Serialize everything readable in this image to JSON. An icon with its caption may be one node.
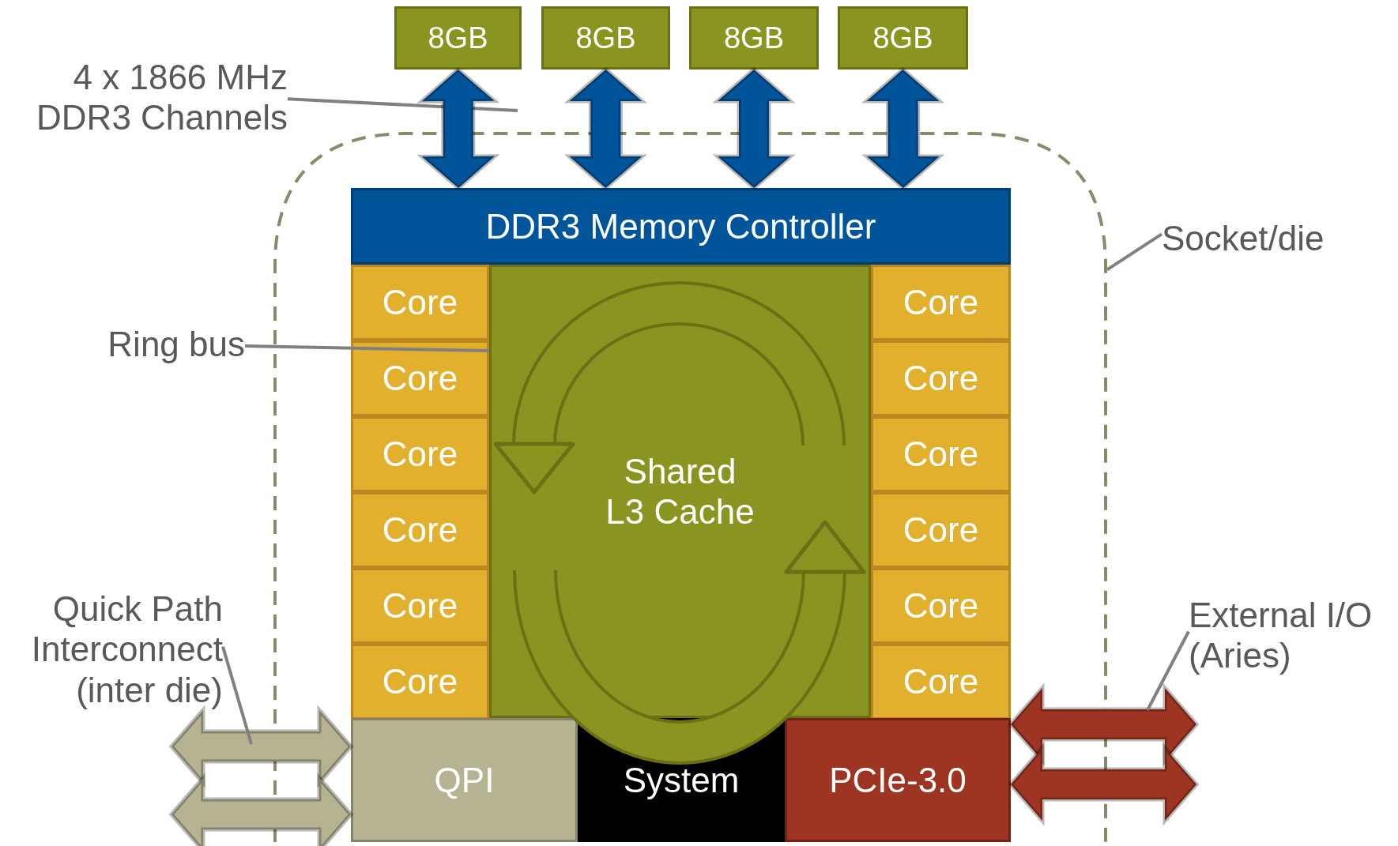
{
  "diagram": {
    "nodes": [
      {
        "text": [
          "4 x 1866 MHz DDR3 Channels"
        ]
      },
      {
        "text": [
          "8GB"
        ]
      },
      {
        "text": [
          "8GB"
        ]
      },
      {
        "text": [
          "8GB"
        ]
      },
      {
        "text": [
          "8GB"
        ]
      },
      {
        "text": [
          "Socket/die"
        ]
      },
      {
        "text": [],
        "shape": "box"
      },
      {
        "text": [
          "DDR3 Memory Controller"
        ],
        "in": 6
      },
      {
        "text": [
          "Core"
        ],
        "in": 6
      },
      {
        "text": [
          "Core"
        ],
        "in": 6
      },
      {
        "text": [
          "Core"
        ],
        "in": 6
      },
      {
        "text": [
          "Core"
        ],
        "in": 6
      },
      {
        "text": [
          "Core"
        ],
        "in": 6
      },
      {
        "text": [
          "Core"
        ],
        "in": 6
      },
      {
        "text": [
          "Shared L3 Cache"
        ],
        "in": 6
      },
      {
        "text": [
          "Core"
        ],
        "in": 6
      },
      {
        "text": [
          "Core"
        ],
        "in": 6
      },
      {
        "text": [
          "Core"
        ],
        "in": 6
      },
      {
        "text": [
          "Core"
        ],
        "in": 6
      },
      {
        "text": [
          "Core"
        ],
        "in": 6
      },
      {
        "text": [
          "Core"
        ],
        "in": 6
      },
      {
        "text": [
          "Ring bus"
        ]
      },
      {
        "text": [
          "QPI"
        ],
        "in": 6
      },
      {
        "text": [
          "System"
        ],
        "in": 6
      },
      {
        "text": [
          "PCIe-3.0"
        ],
        "in": 6
      },
      {
        "text": [
          "Quick Path Interconnect (inter die)"
        ]
      },
      {
        "text": [
          "External I/O (Aries)"
        ]
      }
    ],
    "edges": [
      {
        "from": 0,
        "to": null,
        "arrow": "none",
        "color": "#808080"
      },
      {
        "from": 1,
        "to": 7,
        "arrow": "both",
        "style": "thick",
        "color": "#00549a"
      },
      {
        "from": 2,
        "to": 7,
        "arrow": "both",
        "style": "thick",
        "color": "#00549a"
      },
      {
        "from": 3,
        "to": 7,
        "arrow": "both",
        "style": "thick",
        "color": "#00549a"
      },
      {
        "from": 4,
        "to": 7,
        "arrow": "both",
        "style": "thick",
        "color": "#00549a"
      },
      {
        "from": 5,
        "to": 6,
        "arrow": "none",
        "color": "#808080"
      },
      {
        "from": 21,
        "to": 14,
        "arrow": "none",
        "color": "#808080"
      },
      {
        "from": 22,
        "to": null,
        "arrow": "both",
        "style": "thick",
        "color": "#b6b393"
      },
      {
        "from": 22,
        "to": null,
        "arrow": "both",
        "style": "thick",
        "color": "#b6b393"
      },
      {
        "from": 24,
        "to": null,
        "arrow": "both",
        "style": "thick",
        "color": "#9e3522"
      },
      {
        "from": 24,
        "to": null,
        "arrow": "both",
        "style": "thick",
        "color": "#9e3522"
      },
      {
        "from": 25,
        "to": null,
        "arrow": "none",
        "color": "#808080"
      },
      {
        "from": 26,
        "to": null,
        "arrow": "none",
        "color": "#808080"
      }
    ]
  }
}
